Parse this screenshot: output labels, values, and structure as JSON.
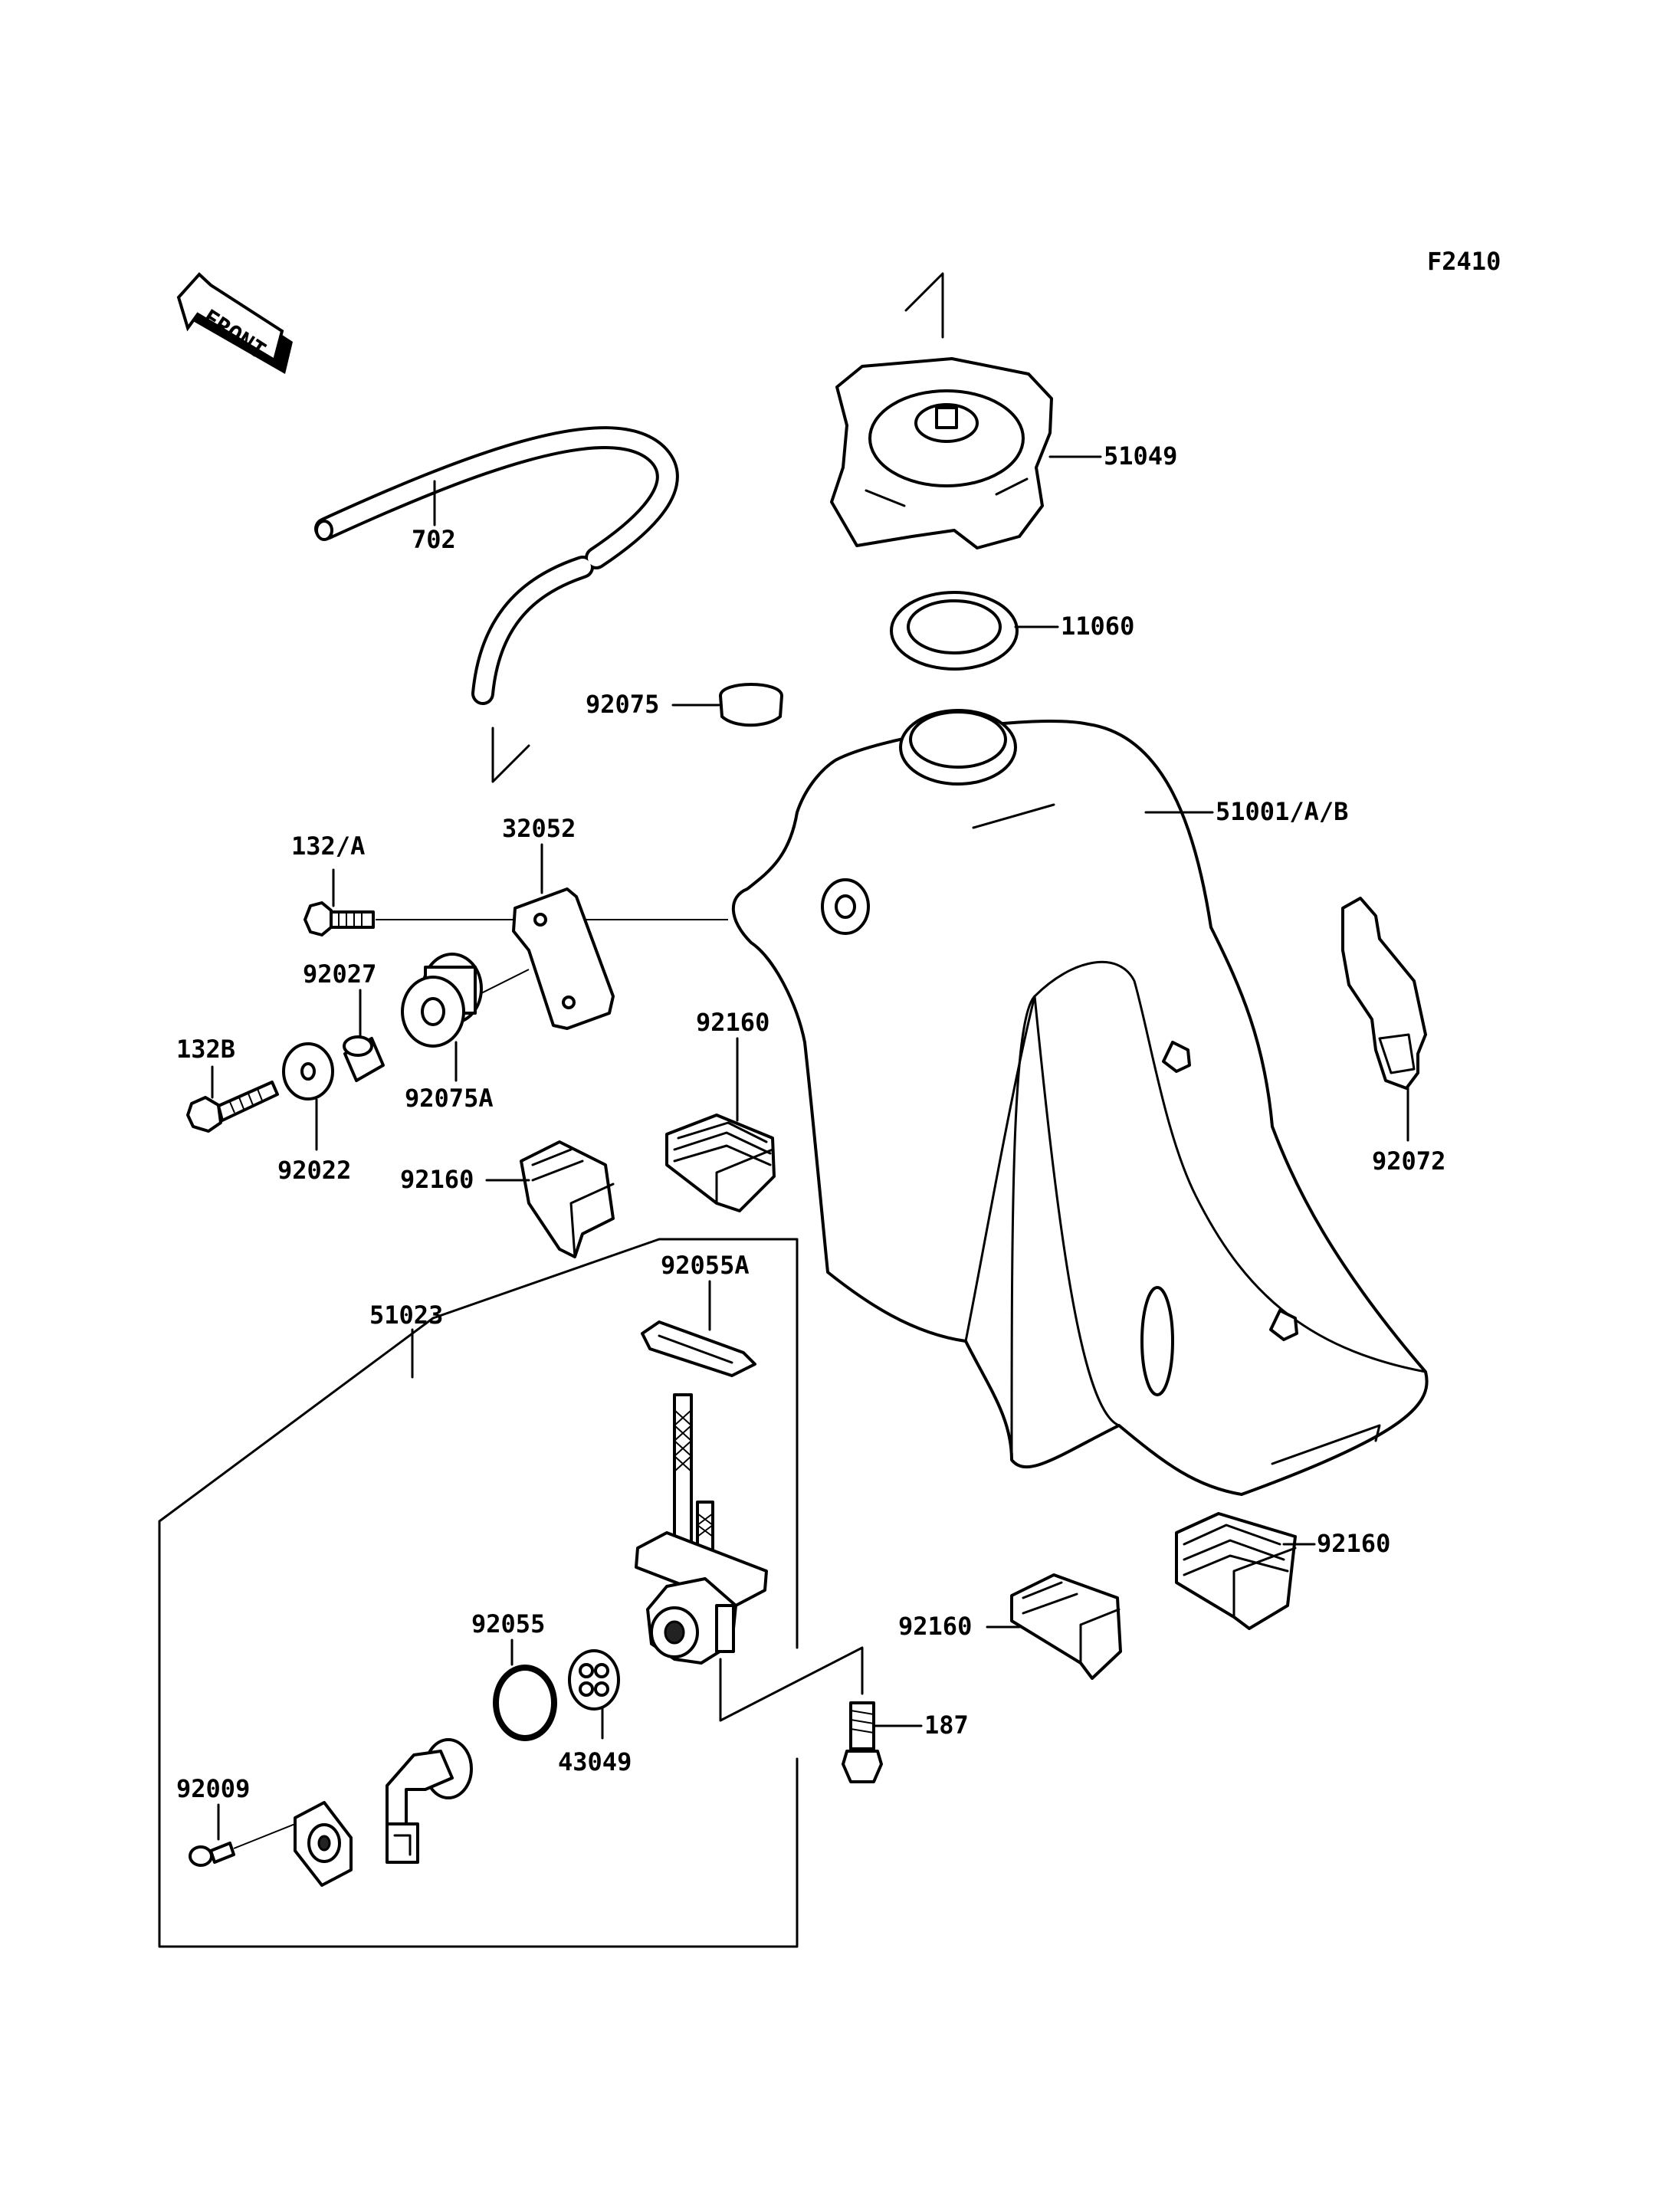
{
  "figure_code": "F2410",
  "front_badge": "FRONT",
  "icons": [
    "front-direction-arrow-icon",
    "screw-icon",
    "bolt-icon"
  ],
  "part_labels": {
    "p51049": "51049",
    "p11060": "11060",
    "p702": "702",
    "p92075": "92075",
    "p51001": "51001/A/B",
    "p132a": "132/A",
    "p32052": "32052",
    "p92027": "92027",
    "p132b": "132B",
    "p92075a": "92075A",
    "p92022": "92022",
    "p92160_mid": "92160",
    "p92160_left": "92160",
    "p92072": "92072",
    "p51023": "51023",
    "p92055a": "92055A",
    "p92055": "92055",
    "p43049": "43049",
    "p92009": "92009",
    "p187": "187",
    "p92160_br1": "92160",
    "p92160_br2": "92160"
  }
}
